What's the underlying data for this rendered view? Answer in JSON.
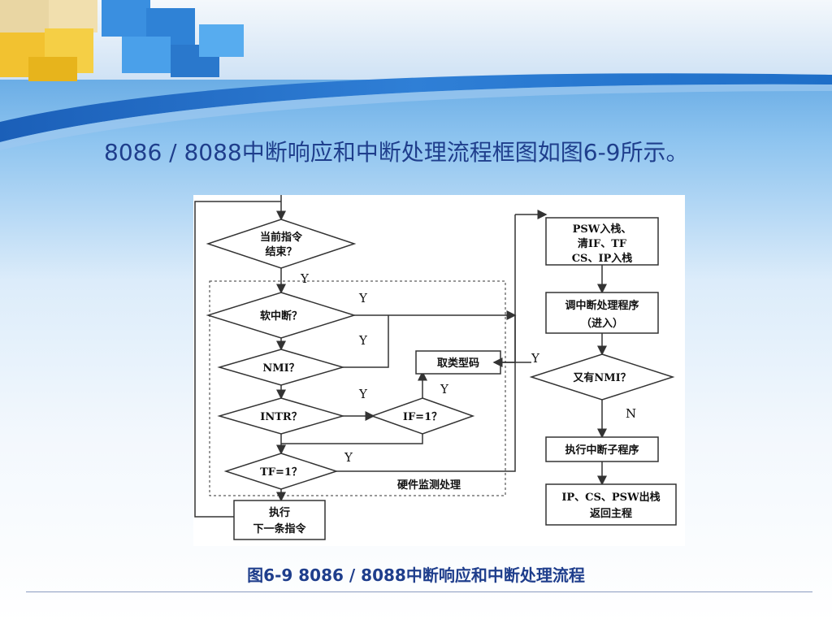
{
  "slide": {
    "title": "8086 / 8088中断响应和中断处理流程框图如图6-9所示。",
    "caption": "图6-9   8086 / 8088中断响应和中断处理流程"
  },
  "colors": {
    "title": "#1f3e8c",
    "banner_blue": "#1e6ec8",
    "cube_yellow": "#f2c230",
    "cube_blue": "#3a8fe0",
    "flow_line": "#333333"
  },
  "flowchart": {
    "nodes": {
      "current_instr_end_l1": "当前指令",
      "current_instr_end_l2": "结束？",
      "soft_int": "软中断？",
      "nmi": "NMI？",
      "intr": "INTR？",
      "tf": "TF=1？",
      "if_flag": "IF=1？",
      "get_type": "取类型码",
      "exec_next_l1": "执行",
      "exec_next_l2": "下一条指令",
      "hw_detect": "硬件监测处理",
      "push_l1": "PSW入栈、",
      "push_l2": "清IF、TF",
      "push_l3": "CS、IP入栈",
      "call_isr_l1": "调中断处理程序",
      "call_isr_l2": "（进入）",
      "nmi_again": "又有NMI？",
      "exec_isr": "执行中断子程序",
      "pop_l1": "IP、CS、PSW出栈",
      "pop_l2": "返回主程"
    },
    "labels": {
      "yes": "Y",
      "no": "N"
    }
  }
}
